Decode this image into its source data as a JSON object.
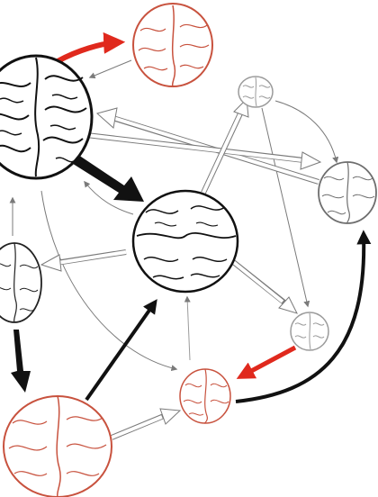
{
  "diagram": {
    "nodes": [
      {
        "id": "big-black-brain",
        "style": "bold-black"
      },
      {
        "id": "top-red-brain",
        "style": "red-light"
      },
      {
        "id": "center-brain",
        "style": "black"
      },
      {
        "id": "left-edge-brain",
        "style": "black-light"
      },
      {
        "id": "bottom-left-red-brain",
        "style": "red"
      },
      {
        "id": "small-top-right-brain",
        "style": "faint-gray"
      },
      {
        "id": "right-brain",
        "style": "gray"
      },
      {
        "id": "small-lower-right-brain",
        "style": "faint-gray"
      },
      {
        "id": "small-red-brain",
        "style": "red-light"
      }
    ],
    "arrows": [
      {
        "from": "big-black-brain",
        "to": "top-red-brain",
        "style": "red-curved"
      },
      {
        "from": "top-red-brain",
        "to": "big-black-brain",
        "style": "thin-gray"
      },
      {
        "from": "big-black-brain",
        "to": "center-brain",
        "style": "thick-black"
      },
      {
        "from": "center-brain",
        "to": "big-black-brain",
        "style": "thin-gray"
      },
      {
        "from": "right-brain",
        "to": "big-black-brain",
        "style": "hollow-gray"
      },
      {
        "from": "big-black-brain",
        "to": "right-brain",
        "style": "hollow-gray"
      },
      {
        "from": "center-brain",
        "to": "left-edge-brain",
        "style": "hollow-gray"
      },
      {
        "from": "left-edge-brain",
        "to": "big-black-brain",
        "style": "thin-gray"
      },
      {
        "from": "left-edge-brain",
        "to": "bottom-left-red-brain",
        "style": "thick-black"
      },
      {
        "from": "bottom-left-red-brain",
        "to": "center-brain",
        "style": "medium-black"
      },
      {
        "from": "bottom-left-red-brain",
        "to": "small-red-brain",
        "style": "hollow-gray"
      },
      {
        "from": "small-red-brain",
        "to": "center-brain",
        "style": "thin-gray"
      },
      {
        "from": "center-brain",
        "to": "small-top-right-brain",
        "style": "hollow-gray"
      },
      {
        "from": "small-top-right-brain",
        "to": "right-brain",
        "style": "thin-gray-curved"
      },
      {
        "from": "small-top-right-brain",
        "to": "small-lower-right-brain",
        "style": "thin-gray"
      },
      {
        "from": "center-brain",
        "to": "small-lower-right-brain",
        "style": "hollow-gray"
      },
      {
        "from": "small-lower-right-brain",
        "to": "small-red-brain",
        "style": "red"
      },
      {
        "from": "small-red-brain",
        "to": "right-brain",
        "style": "medium-black-curved"
      },
      {
        "from": "big-black-brain",
        "to": "small-red-brain",
        "style": "thin-gray-curved"
      }
    ],
    "colors": {
      "black": "#111111",
      "red": "#e0291d",
      "red_line": "#c8523e",
      "gray": "#7a7a7a",
      "faint": "#9b9b9b"
    }
  }
}
